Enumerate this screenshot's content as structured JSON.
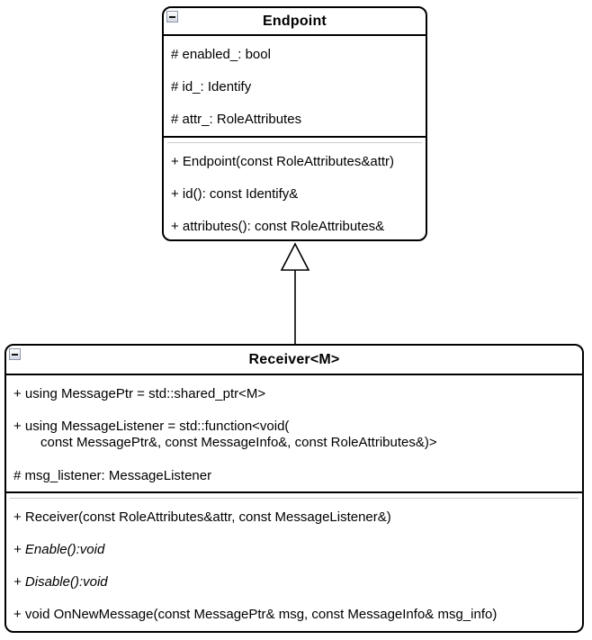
{
  "diagram": {
    "type": "uml-class-diagram",
    "background_color": "#ffffff",
    "stroke_color": "#000000",
    "separator_color": "#cccccc",
    "relationship": {
      "type": "inheritance",
      "from": "Receiver<M>",
      "to": "Endpoint",
      "arrow_style": "hollow-triangle"
    }
  },
  "classes": {
    "endpoint": {
      "title": "Endpoint",
      "attributes": [
        "# enabled_: bool",
        "# id_: Identify",
        "# attr_: RoleAttributes"
      ],
      "methods": [
        "+ Endpoint(const RoleAttributes&attr)",
        "+ id(): const Identify&",
        "+ attributes(): const RoleAttributes&"
      ]
    },
    "receiver": {
      "title": "Receiver<M>",
      "attribute_lines": [
        "+ using MessagePtr = std::shared_ptr<M>",
        "+ using MessageListener = std::function<void(",
        "const MessagePtr&, const MessageInfo&, const RoleAttributes&)>",
        "# msg_listener: MessageListener"
      ],
      "methods": [
        "+ Receiver(const RoleAttributes&attr, const MessageListener&)",
        "+ Enable():void",
        "+ Disable():void",
        "+ void OnNewMessage(const MessagePtr& msg, const MessageInfo& msg_info)"
      ]
    }
  },
  "icons": {
    "collapse": "minus"
  }
}
